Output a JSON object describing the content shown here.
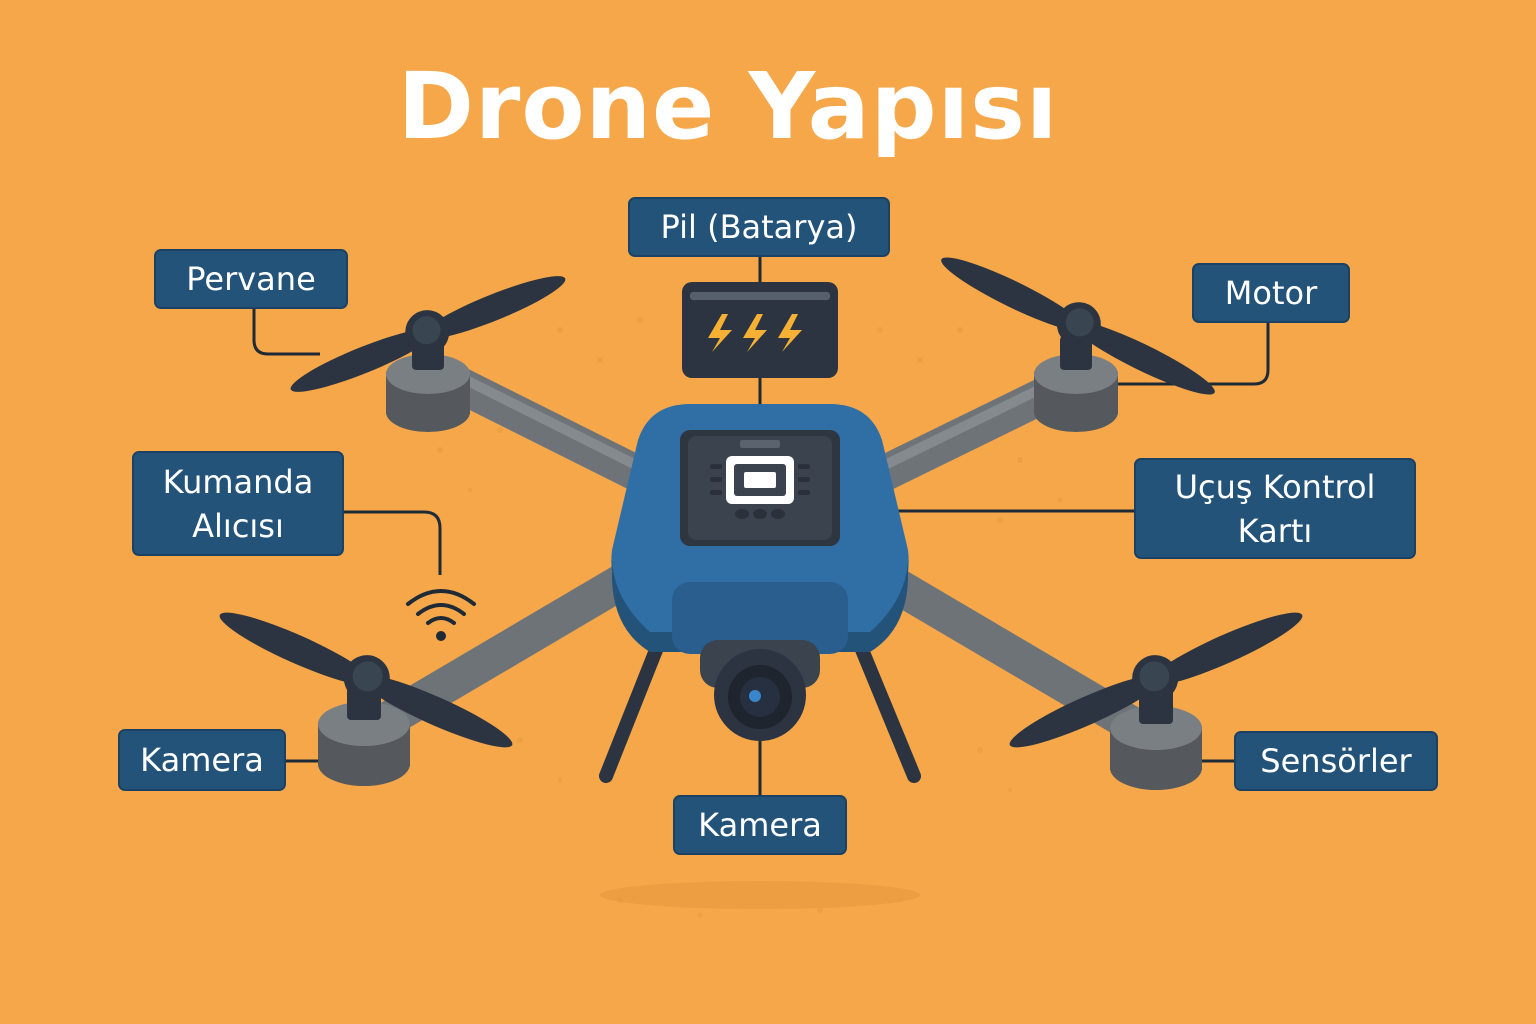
{
  "title": "Drone Yapısı",
  "labels": {
    "battery": "Pil (Batarya)",
    "propeller": "Pervane",
    "motor": "Motor",
    "receiver": "Kumanda\nAlıcısı",
    "flight_controller": "Uçuş Kontrol\nKartı",
    "camera_left": "Kamera",
    "camera_bottom": "Kamera",
    "sensors": "Sensörler"
  },
  "icons": [
    "battery-icon",
    "lightning-icon",
    "chip-icon",
    "wifi-icon",
    "camera-lens-icon",
    "propeller-icon",
    "motor-icon"
  ],
  "colors": {
    "background": "#F5A74A",
    "label_fill": "#24537A",
    "body_blue": "#2F6FA6",
    "arm_gray": "#6E7378",
    "propeller_dark": "#2B3440",
    "bolt_yellow": "#F6B134"
  }
}
